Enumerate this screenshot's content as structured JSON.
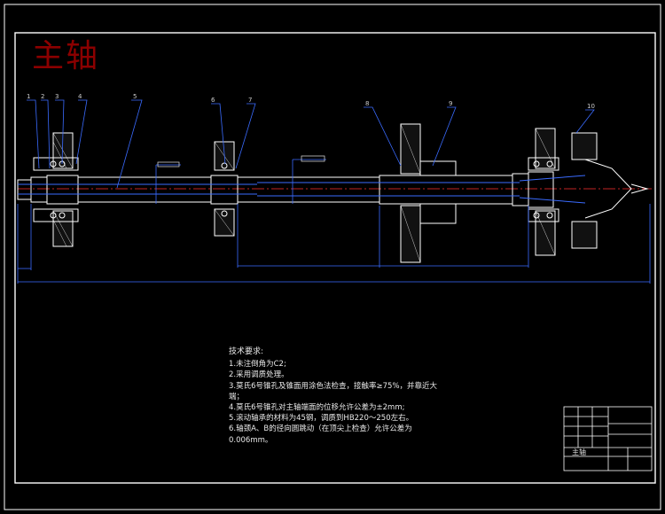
{
  "title": "主轴",
  "balloons": [
    "1",
    "2",
    "3",
    "4",
    "5",
    "6",
    "7",
    "8",
    "9",
    "10"
  ],
  "technical_requirements": {
    "heading": "技术要求:",
    "items": [
      "1.未注倒角为C2;",
      "2.采用调质处理。",
      "3.莫氏6号锥孔及锥面用涂色法检查，接触率≥75%，并靠近大",
      "端；",
      "4.莫氏6号锥孔对主轴端面的位移允许公差为±2mm;",
      "5.滚动轴承的材料为45钢，调质到HB220～250左右。",
      "6.轴颈A、B的径向圆跳动（在顶尖上检查）允许公差为",
      "0.006mm。"
    ]
  },
  "title_block": {
    "part_name": "主轴"
  },
  "colors": {
    "background": "#000000",
    "lines": "#ffffff",
    "dims": "#3a6bff",
    "centerline": "#ff3030",
    "title": "#8b0000"
  }
}
